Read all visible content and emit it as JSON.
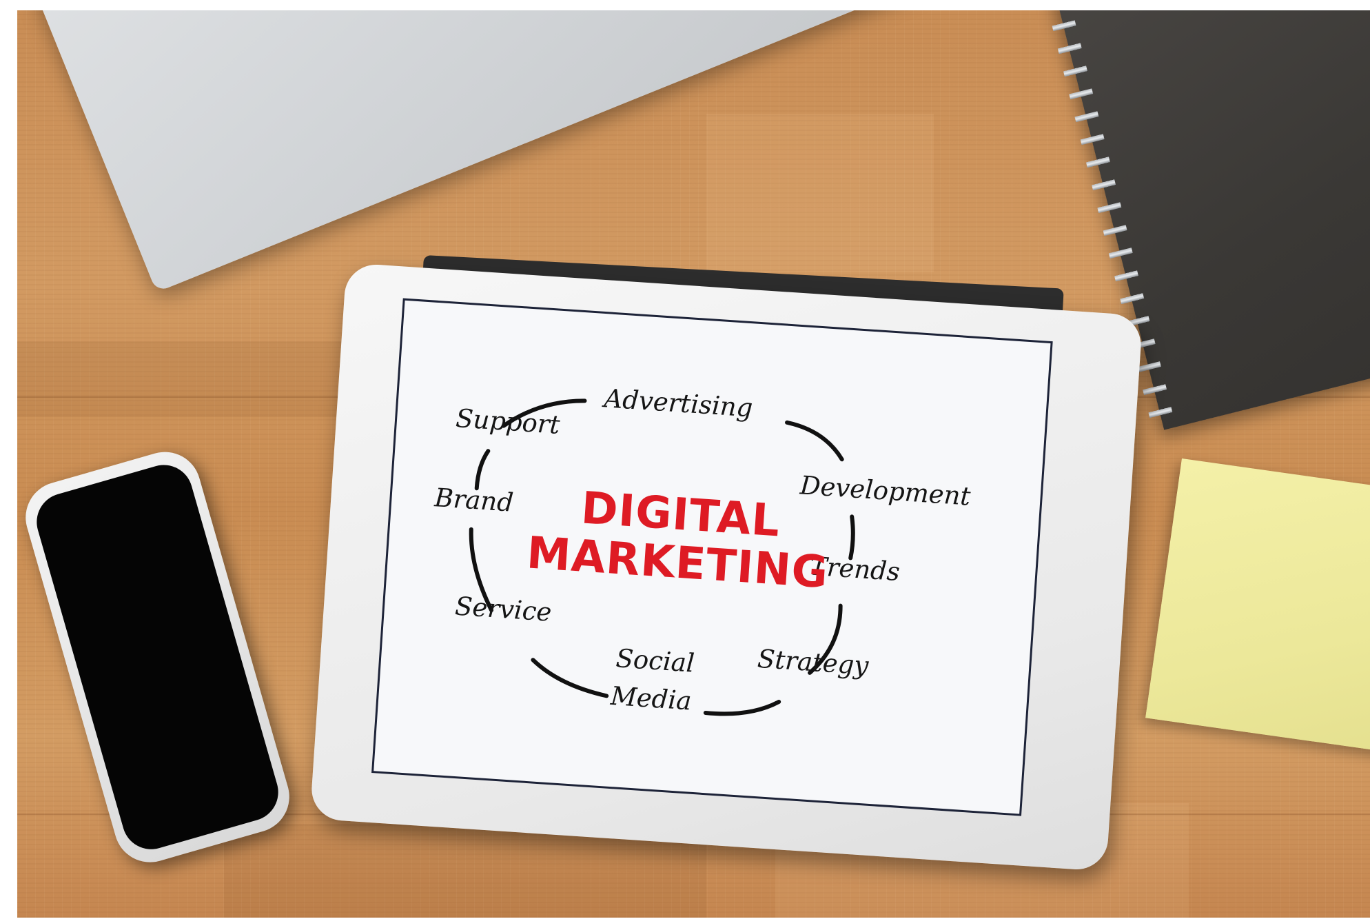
{
  "center_title": {
    "line1": "DIGITAL",
    "line2": "MARKETING"
  },
  "cycle_labels": {
    "advertising": "Advertising",
    "development": "Development",
    "trends": "Trends",
    "strategy": "Strategy",
    "social_media_line1": "Social",
    "social_media_line2": "Media",
    "service": "Service",
    "brand": "Brand",
    "support": "Support"
  },
  "colors": {
    "title_red": "#de1b24",
    "ink": "#151515",
    "screen_white": "#f7f8fa",
    "wood": "#cf955c"
  }
}
